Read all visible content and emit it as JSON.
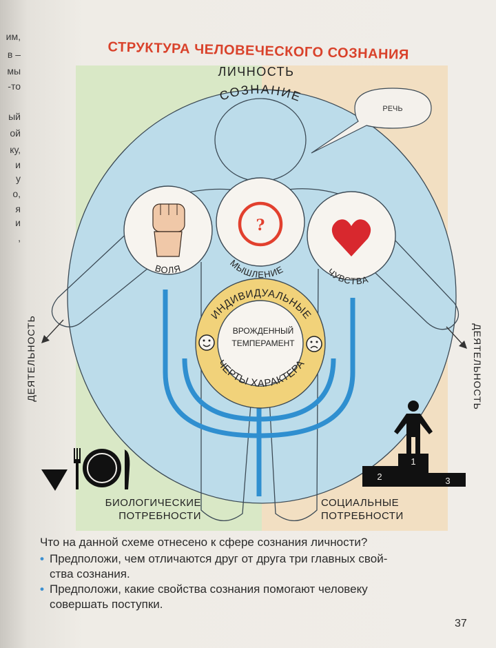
{
  "diagram": {
    "title": "СТРУКТУРА ЧЕЛОВЕЧЕСКОГО СОЗНАНИЯ",
    "personality": "ЛИЧНОСТЬ",
    "consciousness": "СОЗНАНИЕ",
    "speech": "РЕЧЬ",
    "will": "ВОЛЯ",
    "thinking": "МЫШЛЕНИЕ",
    "thinking_symbol": "?",
    "feelings": "ЧУВСТВА",
    "individual": "ИНДИВИДУАЛЬНЫЕ",
    "traits": "ЧЕРТЫ ХАРАКТЕРА",
    "temperament_line1": "ВРОЖДЕННЫЙ",
    "temperament_line2": "ТЕМПЕРАМЕНТ",
    "activity_left": "ДЕЯТЕЛЬНОСТЬ",
    "activity_right": "ДЕЯТЕЛЬНОСТЬ",
    "bio_line1": "БИОЛОГИЧЕСКИЕ",
    "bio_line2": "ПОТРЕБНОСТИ",
    "social_line1": "СОЦИАЛЬНЫЕ",
    "social_line2": "ПОТРЕБНОСТИ",
    "podium": [
      "1",
      "2",
      "3"
    ],
    "icons": [
      "fist-icon",
      "heart-icon",
      "smiley-happy-icon",
      "smiley-sad-icon",
      "glass-icon",
      "fork-icon",
      "plate-icon",
      "knife-icon",
      "person-on-podium-icon"
    ],
    "colors": {
      "title_red": "#d9422b",
      "oval_blue": "#bcdcea",
      "body_blue": "#2f8fd0",
      "ring_yellow": "#f1d27a",
      "heart_red": "#d8282e",
      "bg_green": "#d9e8c6",
      "bg_peach": "#f2dfc2"
    }
  },
  "margin_fragments": [
    "им,",
    "в –",
    "мы",
    "-то",
    "ый",
    "ой",
    "ку,",
    "и",
    "у",
    "о,",
    "я",
    "и",
    ","
  ],
  "questions": {
    "q1": "Что на данной схеме отнесено к сфере сознания личности?",
    "b1_line1": "Предположи, чем отличаются друг от друга три главных свой-",
    "b1_line2": "ства сознания.",
    "b2_line1": "Предположи, какие свойства сознания помогают человеку",
    "b2_line2": "совершать поступки."
  },
  "page_number": "37"
}
